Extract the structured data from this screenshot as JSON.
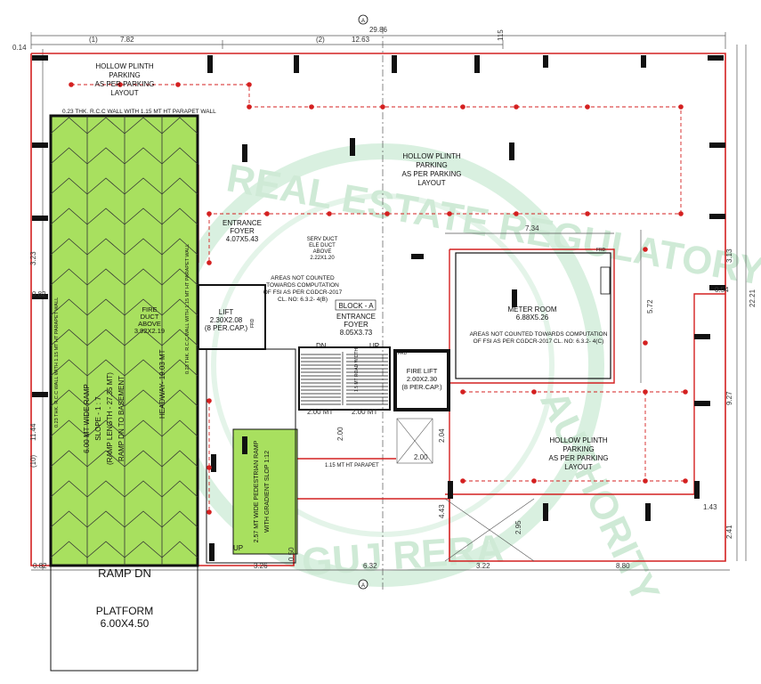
{
  "dims": {
    "total_width": "29.86",
    "bay1": "7.82",
    "bay2": "12.63",
    "bay1_label": "(1)",
    "bay2_label": "(2)",
    "left_edge": "0.14",
    "top_right": "115",
    "total_height": "22.21",
    "right_3_13": "3.13",
    "right_0_54": "0.54",
    "right_9_27": "9.27",
    "right_1_43": "1.43",
    "right_2_41": "2.41",
    "left_3_23": "3.23",
    "left_0_82_top": "0.82",
    "left_11_44": "11.44",
    "left_10": "(10)",
    "bottom_0_82": "0.82",
    "bottom_3_26": "3.26",
    "bottom_0_50": "0.50",
    "bottom_6_32": "6.32",
    "bottom_3_22": "3.22",
    "bottom_8_80": "8.80",
    "meter_w": "7.34",
    "meter_h": "5.72",
    "stair_2mt_a": "2.00 MT",
    "stair_2mt_b": "2.00 MT",
    "stair_2_00": "2.00",
    "lobby_2_04": "2.04",
    "lobby_2_00": "2.00",
    "ramp_4_43": "4.43",
    "ramp_2_95": "2.95",
    "parapet": "1.15 MT HT PARAPET",
    "grid_a": "A"
  },
  "labels": {
    "hollow_plinth_1": [
      "HOLLOW PLINTH",
      "PARKING",
      "AS PER PARKING",
      "LAYOUT"
    ],
    "hollow_plinth_2": [
      "HOLLOW PLINTH",
      "PARKING",
      "AS PER PARKING",
      "LAYOUT"
    ],
    "hollow_plinth_3": [
      "HOLLOW PLINTH",
      "PARKING",
      "AS PER PARKING",
      "LAYOUT"
    ],
    "wall_note": "0.23 THK. R.C.C WALL WITH 1.15 MT HT PARAPET WALL",
    "entrance_foyer_1": [
      "ENTRANCE",
      "FOYER",
      "4.07X5.43"
    ],
    "serv_duct": [
      "SERV DUCT",
      "ELE DUCT",
      "ABOVE",
      "2.22X1.20"
    ],
    "areas_not_counted_1": [
      "AREAS NOT COUNTED",
      "TOWARDS COMPUTATION",
      "OF FSI AS PER CGDCR-2017",
      "CL. NO: 6.3.2- 4(B)"
    ],
    "block": "BLOCK - A",
    "entrance_foyer_2": [
      "ENTRANCE",
      "FOYER",
      "8.05X3.73"
    ],
    "lift": [
      "LIFT",
      "2.30X2.08",
      "(8 PER.CAP.)"
    ],
    "fire_duct": [
      "FIRE",
      "DUCT",
      "ABOVE",
      "3.92X2.19"
    ],
    "meter_room": [
      "METER ROOM",
      "6.88X5.26"
    ],
    "areas_not_counted_2": [
      "AREAS NOT COUNTED TOWARDS COMPUTATION",
      "OF FSI AS PER CGDCR-2017 CL. NO: 6.3.2- 4(C)"
    ],
    "fire_lift": [
      "FIRE LIFT",
      "2.00X2.30",
      "(8 PER.CAP.)"
    ],
    "dn": "DN",
    "up": "UP",
    "up2": "UP",
    "frd1": "FRD",
    "frd2": "FRD",
    "frd3": "FRD",
    "ramp_text": [
      "6.00 MT WIDE RAMP",
      "SLOPE - 1 : 7",
      "(RAMP LENGTH - 27.35 MT)",
      "RAMP DN TO BASEMENT"
    ],
    "headway": "HEADWAY- 19.03 MT",
    "ramp_wall_left": "0.23 THK. R.C.C WALL WITH 1.15 MT HT PARAPET WALL",
    "ramp_wall_mid": "0.23 THK. R.C.C WALL WITH 1.15 MT HT PARAPET WALL",
    "pedestrian_ramp": [
      "2.57 MT WIDE PEDESTRIAN RAMP",
      "WITH GRADIENT SLOP 1:12"
    ],
    "ramp_dn": "RAMP DN",
    "platform": [
      "PLATFORM",
      "6.00X4.50"
    ],
    "stair_width": "1.5 MT ROAD WIDTH"
  },
  "watermark": {
    "top": "REAL ESTATE REGULATORY",
    "bottom": "GUJ RERA",
    "right": "AUTHORITY"
  },
  "colors": {
    "red": "#d42020",
    "ramp_green": "#a8e05f",
    "black": "#111111",
    "watermark": "#bfe3c9"
  }
}
